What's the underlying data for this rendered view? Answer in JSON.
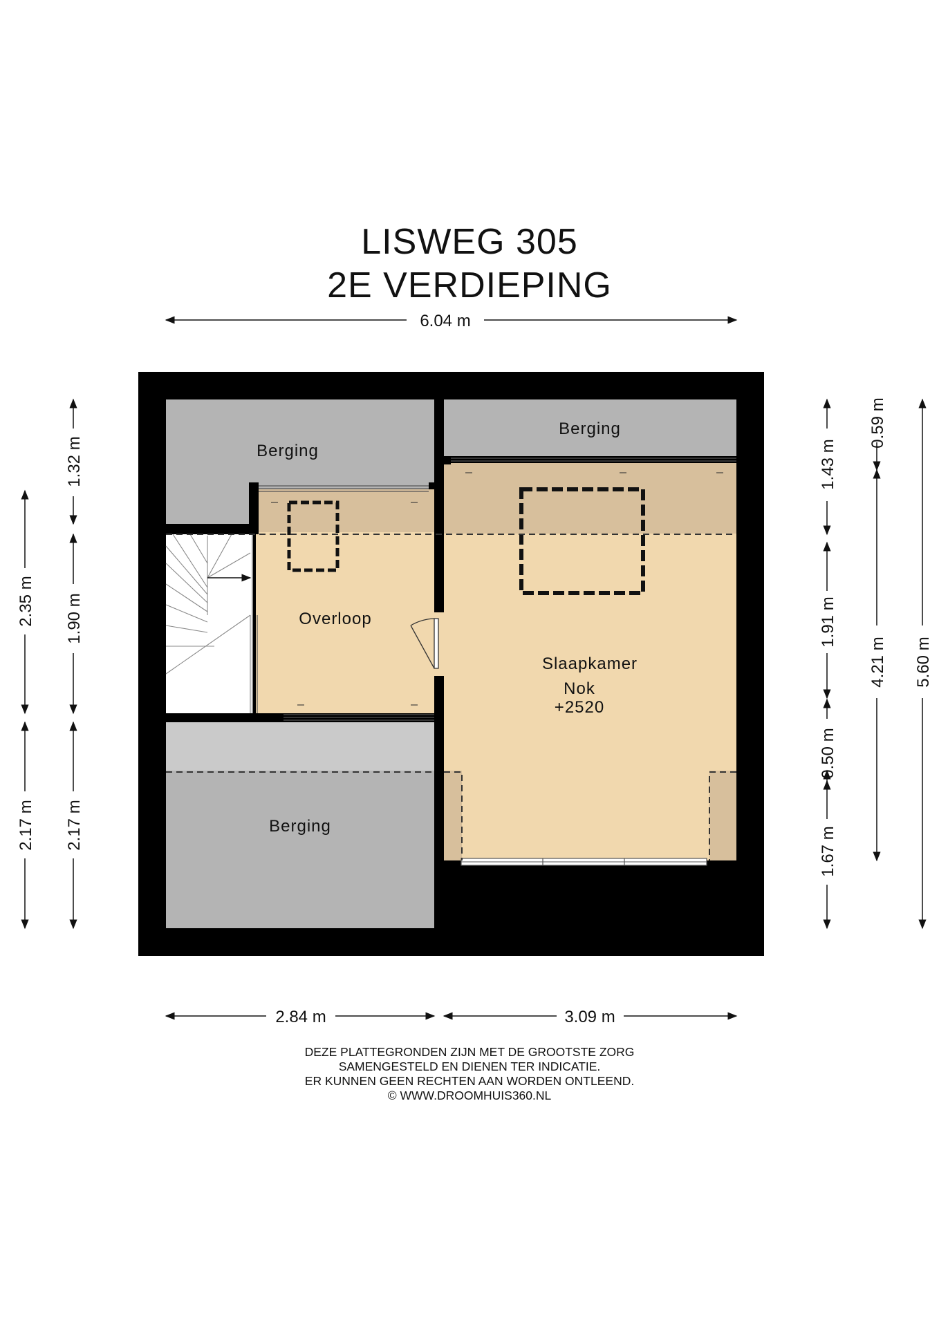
{
  "title": {
    "line1": "LISWEG 305",
    "line2": "2E VERDIEPING"
  },
  "rooms": {
    "berging_top_left": "Berging",
    "berging_top_right": "Berging",
    "berging_bottom": "Berging",
    "overloop": "Overloop",
    "slaapkamer": "Slaapkamer",
    "nok": "Nok",
    "nok_height": "+2520"
  },
  "dimensions": {
    "top": "6.04 m",
    "bottom_left": "2.84 m",
    "bottom_right": "3.09 m",
    "left_outer": [
      "2.35 m",
      "2.17 m"
    ],
    "left_inner": [
      "1.32 m",
      "1.90 m",
      "2.17 m"
    ],
    "right_inner": [
      "1.43 m",
      "1.91 m",
      "0.50 m",
      "1.67 m"
    ],
    "right_middle": [
      "0.59 m",
      "4.21 m"
    ],
    "right_outer": "5.60 m"
  },
  "disclaimer": [
    "DEZE PLATTEGRONDEN ZIJN MET DE GROOTSTE ZORG",
    "SAMENGESTELD EN DIENEN TER INDICATIE.",
    "ER KUNNEN GEEN RECHTEN AAN WORDEN ONTLEEND.",
    "© WWW.DROOMHUIS360.NL"
  ],
  "colors": {
    "wall": "#000000",
    "storage": "#b4b4b4",
    "storage_light": "#cacaca",
    "floor": "#f1d8ae",
    "floor_low": "#d7bf9c"
  }
}
